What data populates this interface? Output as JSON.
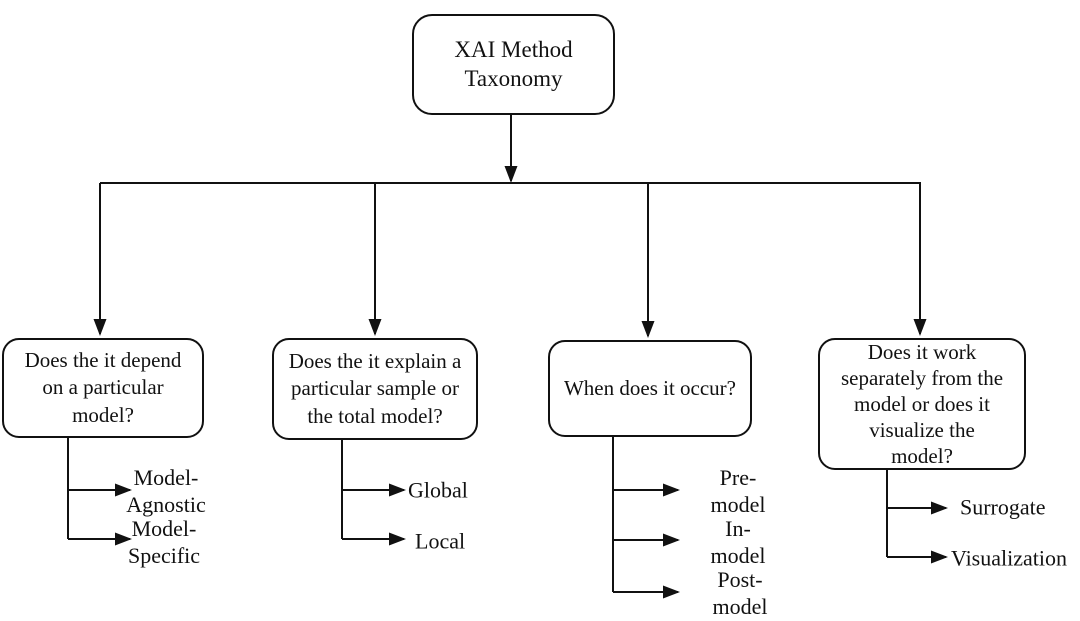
{
  "diagram": {
    "title": "XAI Method Taxonomy flowchart",
    "root": {
      "label": "XAI Method\nTaxonomy"
    },
    "branches": [
      {
        "question": "Does the it depend\non a particular\nmodel?",
        "leaves": [
          "Model-\nAgnostic",
          "Model-\nSpecific"
        ]
      },
      {
        "question": "Does the it explain a\nparticular sample or\nthe total model?",
        "leaves": [
          "Global",
          "Local"
        ]
      },
      {
        "question": "When does it occur?",
        "leaves": [
          "Pre-\nmodel",
          "In-\nmodel",
          "Post-\nmodel"
        ]
      },
      {
        "question": "Does it work\nseparately from the\nmodel or does it\nvisualize the\nmodel?",
        "leaves": [
          "Surrogate",
          "Visualization"
        ]
      }
    ],
    "colors": {
      "background": "#ffffff",
      "line": "#111111",
      "text": "#111111"
    }
  }
}
